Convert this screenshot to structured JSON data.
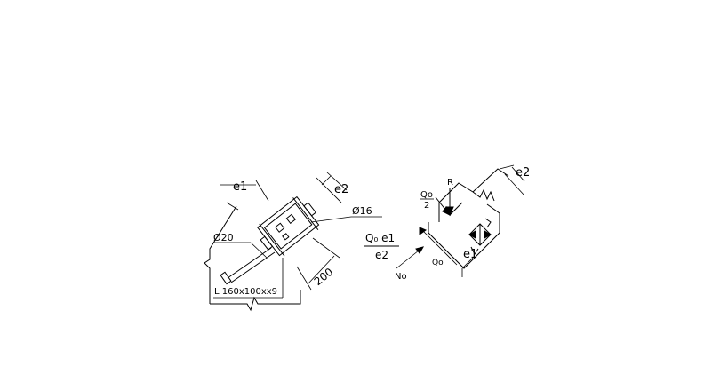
{
  "left_detail": {
    "dim_e1": "e1",
    "dim_e2": "e2",
    "bolt_dia_16": "Ø16",
    "rod_dia_20": "Ø20",
    "dim_200": "200",
    "angle_section": "L 160x100xx9"
  },
  "formula": {
    "numerator": "Q₀ e1",
    "denominator": "e2"
  },
  "right_detail": {
    "label_Q0_over_2_num": "Qo",
    "label_Q0_over_2_den": "2",
    "label_R": "R",
    "label_e2": "e2",
    "label_Qo": "Qo",
    "label_e1": "e1",
    "label_No": "No"
  }
}
